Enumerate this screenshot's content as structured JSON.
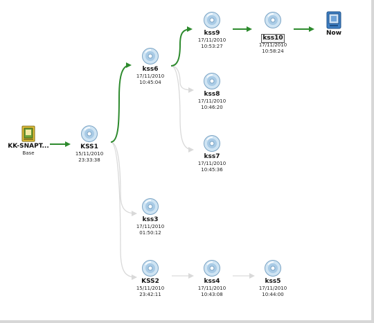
{
  "colors": {
    "active_edge": "#2d8a2d",
    "inactive_edge": "#d9d9d9"
  },
  "nodes": {
    "base": {
      "name": "KK-SNAPT...",
      "line1": "Base",
      "icon": "base-disk-icon"
    },
    "kss1": {
      "name": "KSS1",
      "date": "15/11/2010",
      "time": "23:33:38",
      "icon": "snapshot-disc-icon"
    },
    "kss6": {
      "name": "kss6",
      "date": "17/11/2010",
      "time": "10:45:04",
      "icon": "snapshot-disc-icon"
    },
    "kss9": {
      "name": "kss9",
      "date": "17/11/2010",
      "time": "10:53:27",
      "icon": "snapshot-disc-icon"
    },
    "kss10": {
      "name": "kss10",
      "date": "17/11/2010",
      "time": "10:58:24",
      "icon": "snapshot-disc-icon"
    },
    "now": {
      "name": "Now",
      "icon": "current-state-icon"
    },
    "kss8": {
      "name": "kss8",
      "date": "17/11/2010",
      "time": "10:46:20",
      "icon": "snapshot-disc-icon"
    },
    "kss7": {
      "name": "kss7",
      "date": "17/11/2010",
      "time": "10:45:36",
      "icon": "snapshot-disc-icon"
    },
    "kss3": {
      "name": "kss3",
      "date": "17/11/2010",
      "time": "01:50:12",
      "icon": "snapshot-disc-icon"
    },
    "kss2": {
      "name": "KSS2",
      "date": "15/11/2010",
      "time": "23:42:11",
      "icon": "snapshot-disc-icon"
    },
    "kss4": {
      "name": "kss4",
      "date": "17/11/2010",
      "time": "10:43:08",
      "icon": "snapshot-disc-icon"
    },
    "kss5": {
      "name": "kss5",
      "date": "17/11/2010",
      "time": "10:44:00",
      "icon": "snapshot-disc-icon"
    }
  }
}
